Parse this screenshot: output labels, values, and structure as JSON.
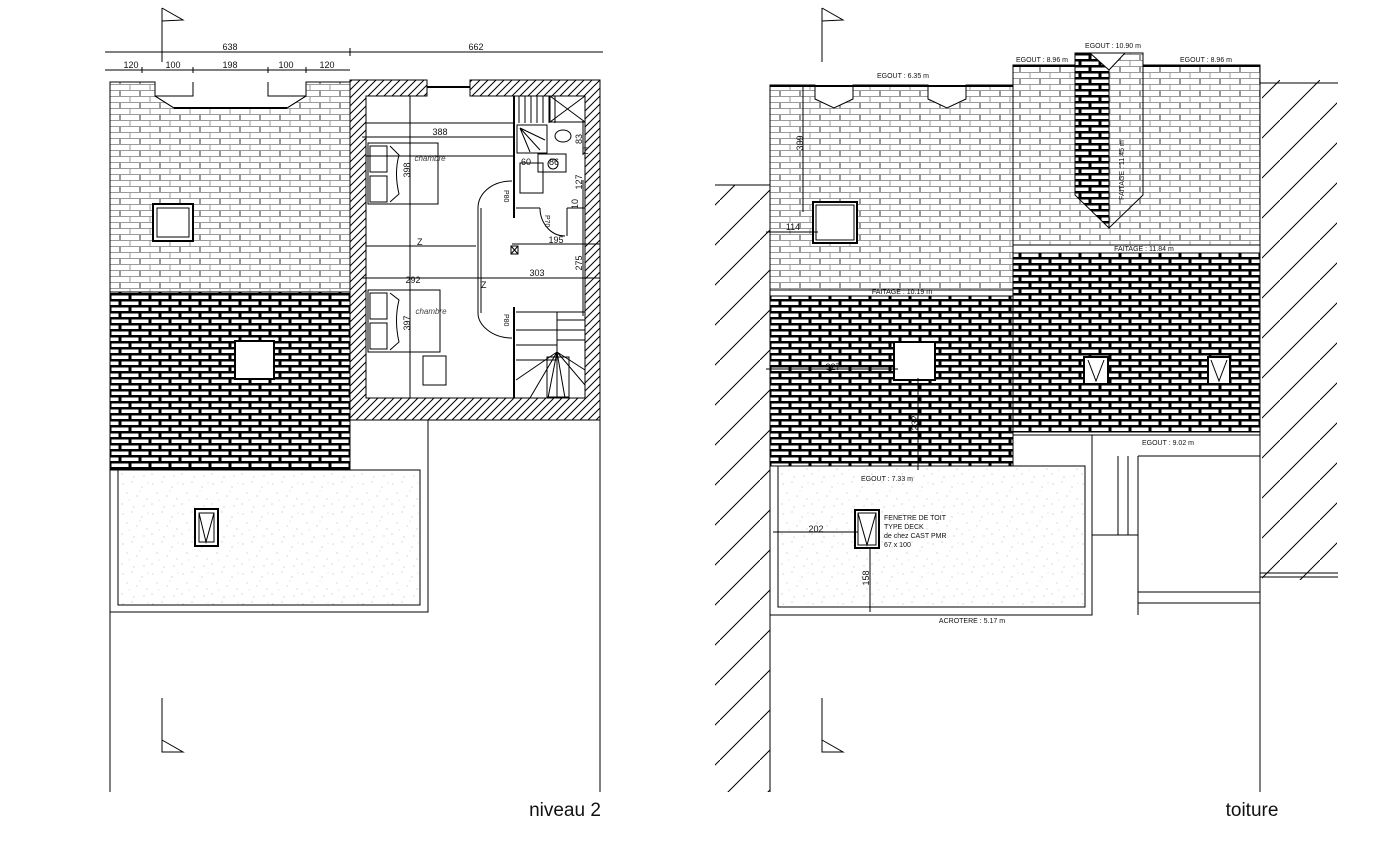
{
  "drawings": {
    "left": {
      "title": "niveau 2",
      "overall_dims": [
        "638",
        "662"
      ],
      "facade_dims": [
        "120",
        "100",
        "198",
        "100",
        "120"
      ],
      "rooms": [
        "chambre",
        "chambre"
      ],
      "plan_dims": {
        "d388": "388",
        "d398": "398",
        "d397": "397",
        "d292": "292",
        "d303": "303",
        "d195": "195",
        "d275": "275",
        "d127": "127",
        "d83": "83",
        "d60a": "60",
        "d86": "86",
        "d10": "10",
        "z1": "Z",
        "z2": "Z",
        "z3": "Z"
      },
      "doors": [
        "P80",
        "P80",
        "P70"
      ]
    },
    "right": {
      "title": "toiture",
      "levels": {
        "egout_635": "EGOUT : 6.35 m",
        "egout_896a": "EGOUT : 8.96 m",
        "egout_1090": "EGOUT : 10.90 m",
        "egout_896b": "EGOUT : 8.96 m",
        "faitage_1145": "FAITAGE : 11.45 m",
        "faitage_1184": "FAITAGE : 11.84 m",
        "faitage_1019": "FAITAGE : 10.19 m",
        "egout_902": "EGOUT : 9.02 m",
        "egout_733": "EGOUT : 7.33 m",
        "acrotere": "ACROTERE : 5.17 m"
      },
      "dims": {
        "d309": "309",
        "d114": "114",
        "d327": "327",
        "d232": "232",
        "d202": "202",
        "d158": "158"
      },
      "note": [
        "FENETRE DE TOIT",
        "TYPE DECK",
        "de chez CAST PMR",
        "67 x 100"
      ]
    }
  }
}
